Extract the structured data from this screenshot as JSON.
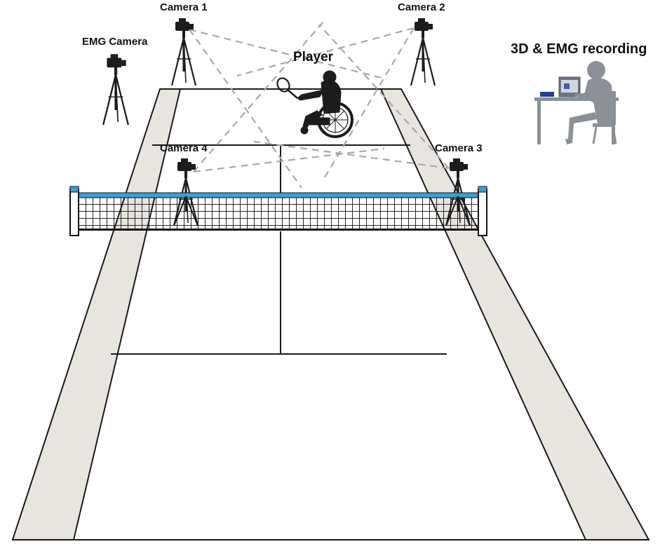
{
  "labels": {
    "camera_1": "Camera 1",
    "camera_2": "Camera 2",
    "camera_3": "Camera 3",
    "camera_4": "Camera 4",
    "emg_camera": "EMG Camera",
    "player": "Player",
    "recording": "3D & EMG recording"
  },
  "colors": {
    "court_line": "#1a1a1a",
    "alley_fill": "#e8e5e1",
    "net_tape": "#3b9fd6",
    "camera_ray": "#a8a8a8",
    "silhouette": "#1c1c1c",
    "operator": "#8a9096",
    "monitor_screen": "#3a5fa8"
  },
  "icons": [
    "camera-tripod-icon",
    "wheelchair-player-icon",
    "operator-desk-icon"
  ]
}
